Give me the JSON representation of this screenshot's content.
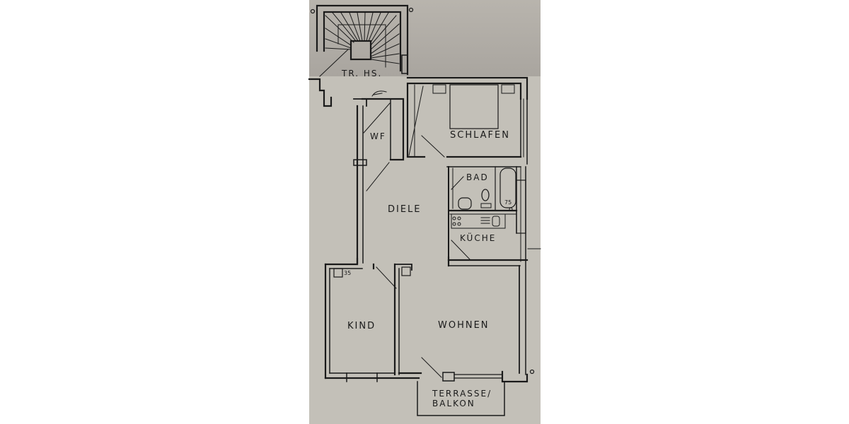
{
  "floor_plan": {
    "type": "apartment-floor-plan",
    "rooms": [
      {
        "id": "staircase",
        "label": "TR. HS."
      },
      {
        "id": "wf",
        "label": "WF"
      },
      {
        "id": "bedroom",
        "label": "SCHLAFEN"
      },
      {
        "id": "bathroom",
        "label": "BAD"
      },
      {
        "id": "hallway",
        "label": "DIELE"
      },
      {
        "id": "kitchen",
        "label": "KÜCHE"
      },
      {
        "id": "child-room",
        "label": "KIND"
      },
      {
        "id": "living-room",
        "label": "WOHNEN"
      },
      {
        "id": "terrace",
        "label_line1": "TERRASSE/",
        "label_line2": "BALKON"
      }
    ],
    "annotations": {
      "bathtub_dim": "75",
      "chimney_dim": "35"
    },
    "colors": {
      "paper": "#c3c0b8",
      "paper_shadow": "#a9a59f",
      "ink": "#1a1a1a",
      "background": "#ffffff"
    }
  }
}
